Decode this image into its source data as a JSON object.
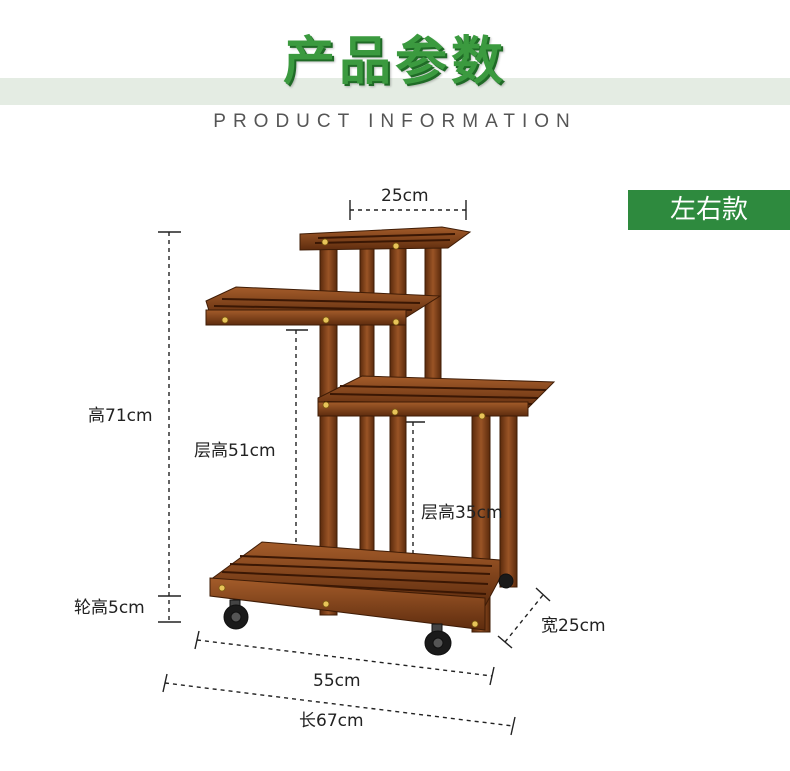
{
  "header": {
    "title": "产品参数",
    "subtitle": "PRODUCT INFORMATION"
  },
  "variant_badge": "左右款",
  "dimensions": {
    "top_width": "25cm",
    "total_height": "高71cm",
    "layer_height_1": "层高51cm",
    "layer_height_2": "层高35cm",
    "wheel_height": "轮高5cm",
    "depth": "宽25cm",
    "width": "55cm",
    "length": "长67cm"
  },
  "colors": {
    "brand_green": "#2e8a3e",
    "title_green": "#3b9a3f",
    "wood": "#7a3d14"
  }
}
